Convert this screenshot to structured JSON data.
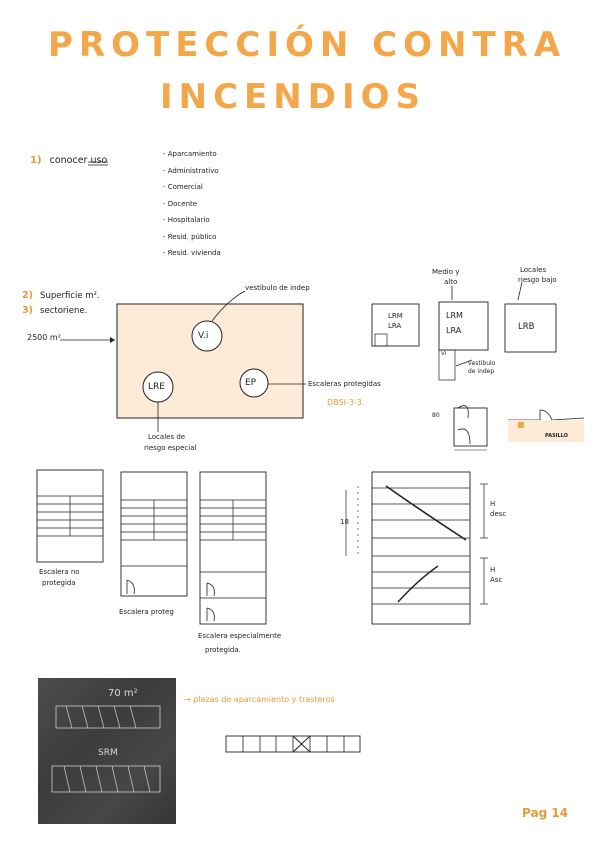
{
  "title": {
    "line1": "PROTECCIÓN CONTRA",
    "line2": "INCENDIOS"
  },
  "section1": {
    "number": "1)",
    "label": "conocer uso",
    "uses": [
      "- Aparcamiento",
      "- Administrativo",
      "- Comercial",
      "- Docente",
      "- Hospitalario",
      "- Resid. público",
      "- Resid. vivienda"
    ]
  },
  "section2": {
    "number": "2)",
    "label": "Superficie m²."
  },
  "section3": {
    "number": "3)",
    "label": "sectoriene."
  },
  "plan": {
    "area": "2500 m²",
    "vi": "V.i",
    "lre": "LRE",
    "ep": "EP",
    "vestibulo_label": "vestibulo de indep",
    "escaleras_label": "Escaleras protegidas",
    "dbsi": "DBSI-3-3.",
    "locales_label": [
      "Locales de",
      "riesgo especial"
    ]
  },
  "risk": {
    "medio_label": [
      "Medio y",
      "alto"
    ],
    "bajo_label": [
      "Locales",
      "riesgo bajo"
    ],
    "box1": [
      "LRM",
      "LRA"
    ],
    "box2": [
      "LRM",
      "LRA"
    ],
    "box3": "LRB",
    "vi_small": "Vi",
    "vestibulo_small": [
      "vestibulo",
      "de indep"
    ],
    "dim80": "80",
    "pasillo": "PASILLO"
  },
  "stairs": {
    "no_protegida": [
      "Escalera no",
      "protegida"
    ],
    "protegida": "Escalera proteg",
    "esp_protegida": [
      "Escalera especialmente",
      "protegida."
    ],
    "h18": "18",
    "h_desc": [
      "H",
      "desc"
    ],
    "h_asc": [
      "H",
      "Asc"
    ]
  },
  "bottom": {
    "photo_area": "70 m²",
    "photo_srm": "SRM",
    "link": "→ plazas de aparcamiento y trasteros"
  },
  "page": "Pag 14",
  "colors": {
    "accent": "#f4a64a",
    "fill": "#fdebd8",
    "photo": "#444444"
  }
}
